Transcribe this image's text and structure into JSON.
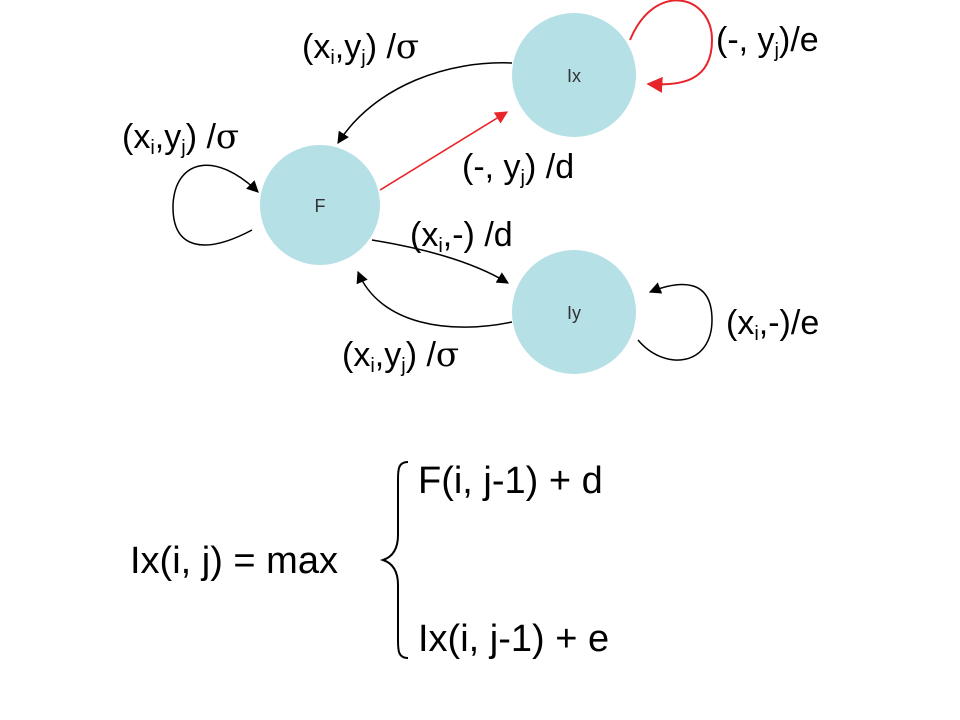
{
  "nodes": {
    "ix": {
      "label": "Ix"
    },
    "f": {
      "label": "F"
    },
    "iy": {
      "label": "Iy"
    }
  },
  "colors": {
    "node_fill": "#b5e0e6",
    "emit_edge": "#e8242b",
    "edge": "#000000"
  },
  "edges": {
    "ix_self": {
      "label": "(-, y",
      "sub": "j",
      "tail": ")/e"
    },
    "ix_to_f": {
      "label": "(x",
      "sub1": "i",
      "mid": ",y",
      "sub2": "j",
      "tail": ") /",
      "sym": "σ"
    },
    "f_self": {
      "label": "(x",
      "sub1": "i",
      "mid": ",y",
      "sub2": "j",
      "tail": ") /",
      "sym": "σ"
    },
    "f_to_ix": {
      "label": "(-, y",
      "sub": "j",
      "tail": ") /d"
    },
    "f_to_iy": {
      "label": "(x",
      "sub": "i",
      "tail": ",-) /d"
    },
    "iy_self": {
      "label": "(x",
      "sub": "i",
      "tail": ",-)/e"
    },
    "iy_to_f": {
      "label": "(x",
      "sub1": "i",
      "mid": ",y",
      "sub2": "j",
      "tail": ") /",
      "sym": "σ"
    }
  },
  "equation": {
    "lhs": "Ix(i, j) = max",
    "case1": "F(i, j-1) + d",
    "case2": "Ix(i, j-1) + e"
  }
}
